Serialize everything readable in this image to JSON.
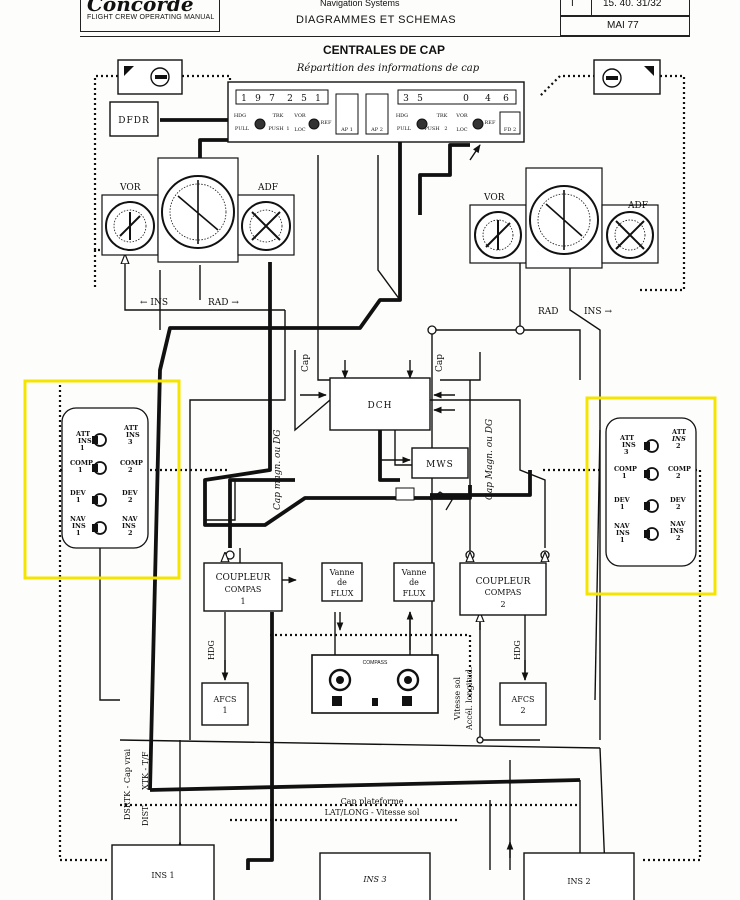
{
  "header": {
    "brand": "Concorde",
    "manual": "FLIGHT CREW OPERATING MANUAL",
    "chapter": "Navigation Systems",
    "section": "DIAGRAMMES ET SCHEMAS",
    "rev": "I",
    "page_ref": "15. 40. 31/32",
    "date": "MAI 77"
  },
  "diagram": {
    "title": "CENTRALES DE CAP",
    "subtitle": "Répartition des informations de cap",
    "boxes": {
      "dfdr": "DFDR",
      "dchi": "DCH",
      "mws": "MWS",
      "coupler1_a": "COUPLEUR",
      "coupler1_b": "COMPAS",
      "coupler1_c": "1",
      "coupler2_a": "COUPLEUR",
      "coupler2_b": "COMPAS",
      "coupler2_c": "2",
      "vanne": "Vanne",
      "de": "de",
      "flux": "FLUX",
      "afcs1_a": "AFCS",
      "afcs1_b": "1",
      "afcs2_a": "AFCS",
      "afcs2_b": "2",
      "ins1": "INS 1",
      "ins3": "INS 3",
      "ins2": "INS 2",
      "compass_panel": "COMPASS"
    },
    "instruments": {
      "vor_left": "VOR",
      "adf_left": "ADF",
      "vor_right": "VOR",
      "adf_right": "ADF"
    },
    "control_panel": {
      "digits_left": [
        "1",
        "9",
        "7",
        "2",
        "5",
        "1"
      ],
      "digits_right": [
        "3",
        "5",
        "0",
        "4",
        "6"
      ],
      "ap1": "AP 1",
      "ap2": "AP 2",
      "fd2": "FD 2",
      "pull": "PULL",
      "push": "PUSH",
      "num1": "1",
      "num2": "2",
      "vor": "VOR",
      "loc": "LOC",
      "ref": "REF",
      "hdg": "HDG",
      "trk": "TRK"
    },
    "labels": {
      "ins_left": "← INS",
      "rad_left": "RAD →",
      "rad_right": "RAD",
      "ins_right": "INS →",
      "cap_left": "Cap",
      "cap_mid": "Cap",
      "cap_magn_left": "Cap magn. ou DG",
      "cap_magn_right": "Cap Magn. ou DG",
      "hdg_left": "HDG",
      "hdg_right": "HDG",
      "vitesse_sol": "Vitesse sol",
      "accel": "Accél. longitud.",
      "dsrtk": "DSRTK - Cap vrai",
      "xtk": "XTK - T/F",
      "dist": "DIST",
      "cap_plateforme": "Cap plateforme",
      "lat_long": "LAT/LONG - Vitesse sol"
    },
    "switch_left": {
      "items": [
        {
          "left_a": "ATT",
          "left_b": "INS",
          "left_c": "1",
          "right_a": "ATT",
          "right_b": "INS",
          "right_c": "3"
        },
        {
          "left_a": "COMP",
          "left_b": "1",
          "left_c": "",
          "right_a": "COMP",
          "right_b": "2",
          "right_c": ""
        },
        {
          "left_a": "DEV",
          "left_b": "1",
          "left_c": "",
          "right_a": "DEV",
          "right_b": "2",
          "right_c": ""
        },
        {
          "left_a": "NAV",
          "left_b": "INS",
          "left_c": "1",
          "right_a": "NAV",
          "right_b": "INS",
          "right_c": "2"
        }
      ]
    },
    "switch_right": {
      "items": [
        {
          "left_a": "ATT",
          "left_b": "INS",
          "left_c": "3",
          "right_a": "ATT",
          "right_b": "INS",
          "right_c": "2"
        },
        {
          "left_a": "COMP",
          "left_b": "1",
          "left_c": "",
          "right_a": "COMP",
          "right_b": "2",
          "right_c": ""
        },
        {
          "left_a": "DEV",
          "left_b": "1",
          "left_c": "",
          "right_a": "DEV",
          "right_b": "2",
          "right_c": ""
        },
        {
          "left_a": "NAV",
          "left_b": "INS",
          "left_c": "1",
          "right_a": "NAV",
          "right_b": "INS",
          "right_c": "2"
        }
      ]
    },
    "highlight_color": "#f5e400",
    "line_color": "#111111"
  }
}
